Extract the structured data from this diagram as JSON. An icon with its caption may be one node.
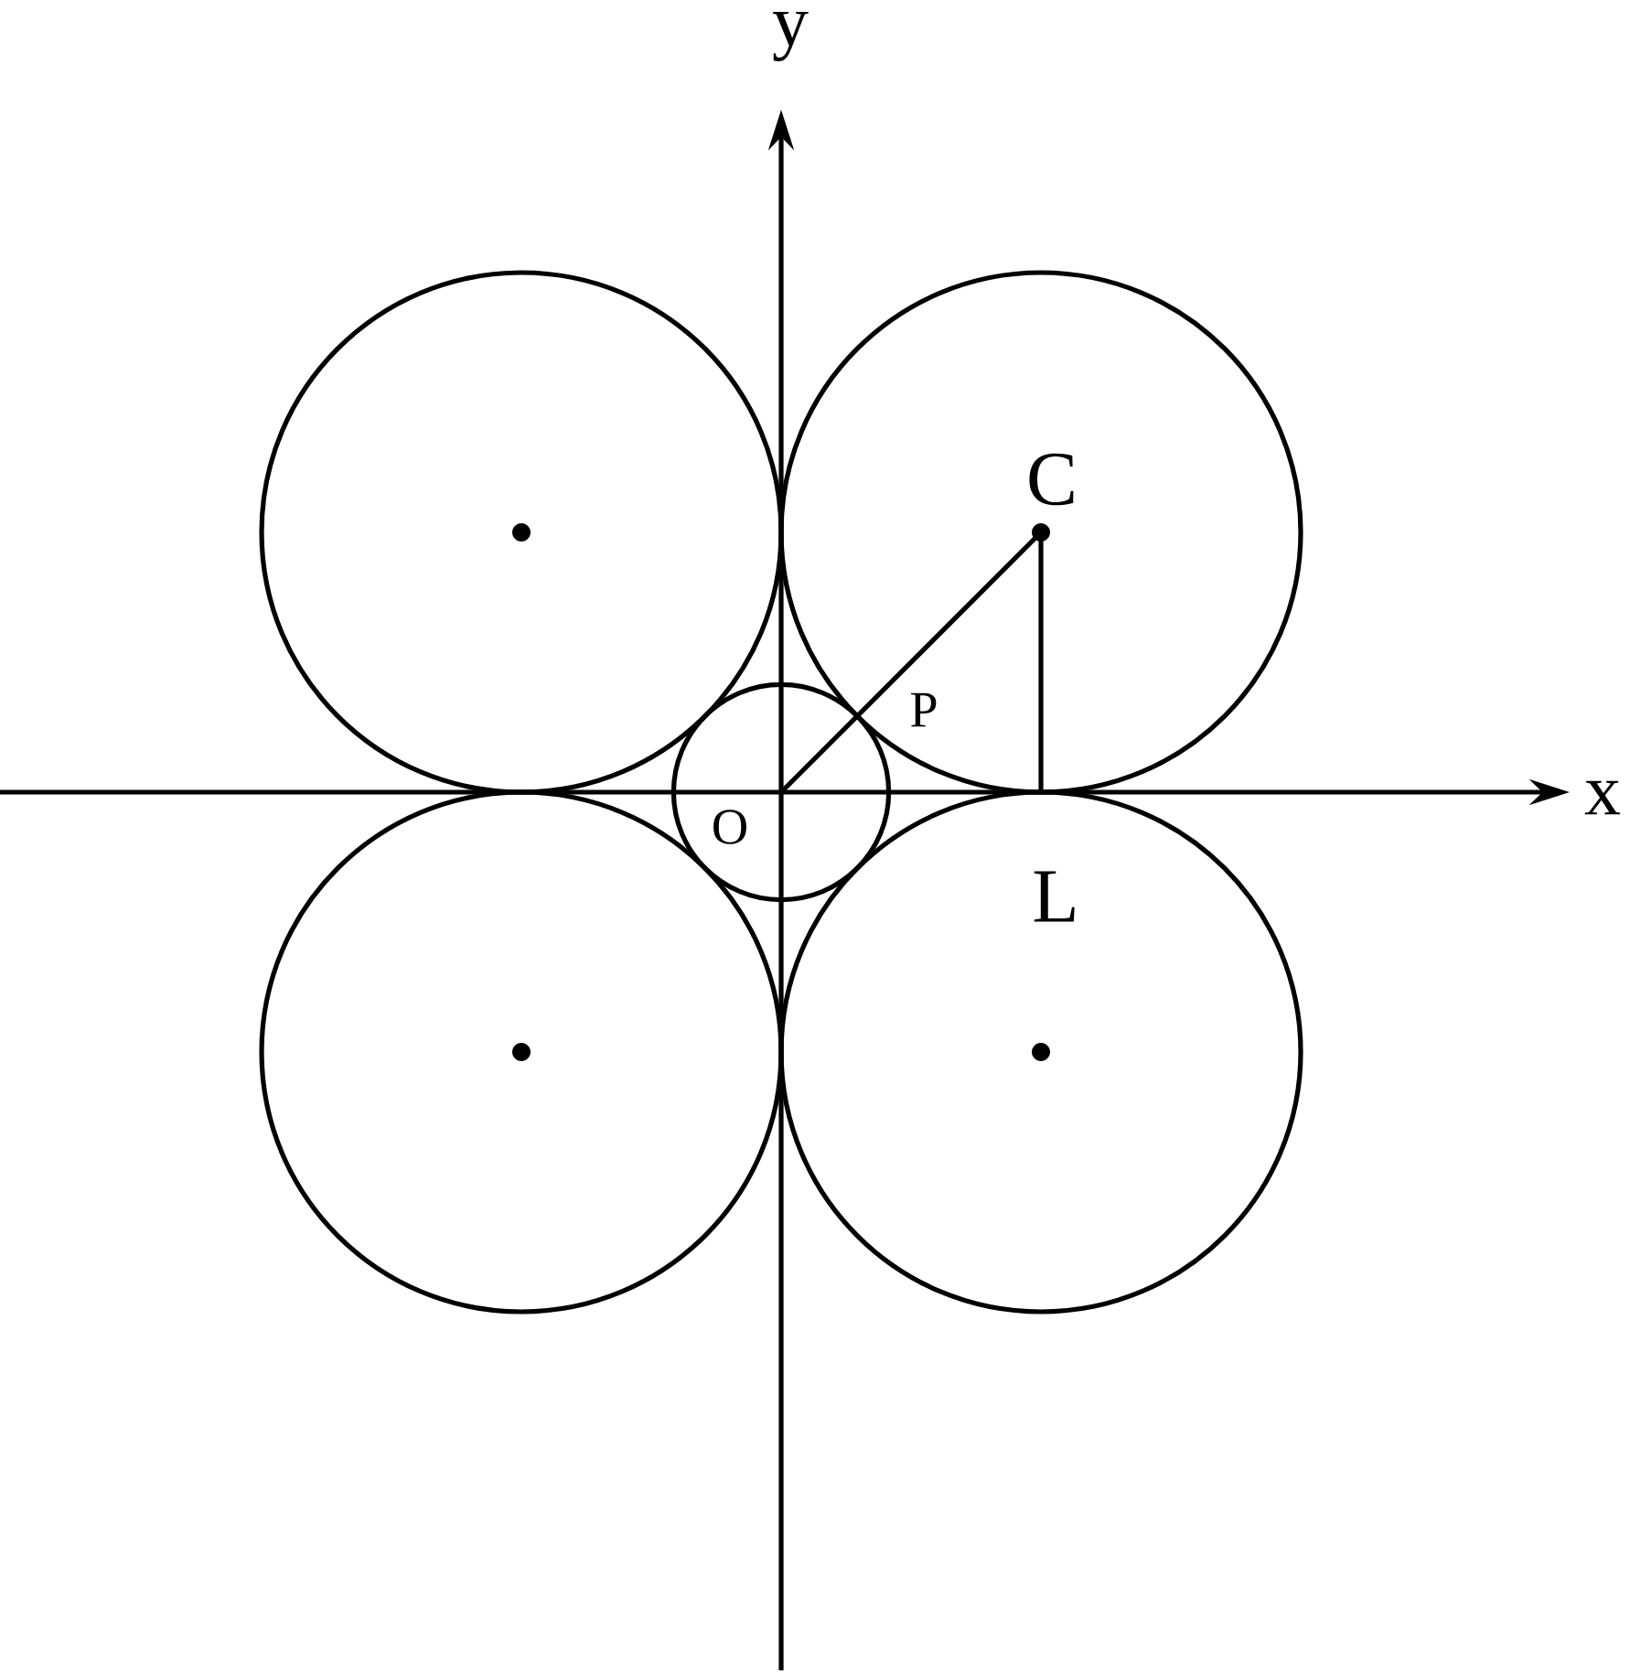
{
  "diagram": {
    "labels": [
      "y",
      "C",
      "P",
      "x",
      "O",
      "L"
    ]
  }
}
